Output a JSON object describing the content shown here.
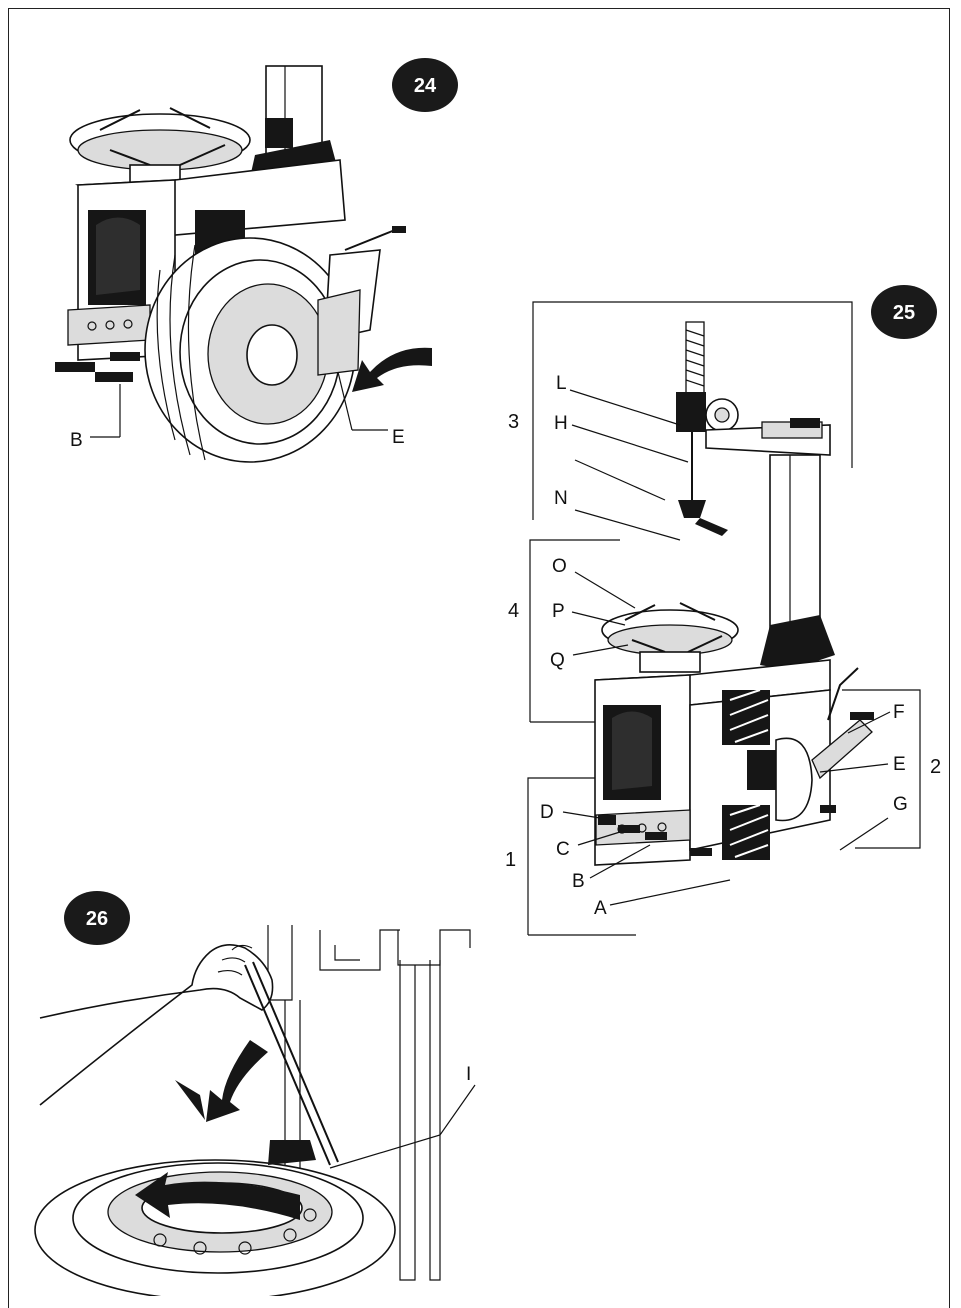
{
  "figures": [
    {
      "number": "24",
      "callouts": {
        "b": "B",
        "e": "E"
      }
    },
    {
      "number": "25",
      "groups": [
        "1",
        "2",
        "3",
        "4"
      ],
      "callouts": {
        "l": "L",
        "h": "H",
        "n": "N",
        "o": "O",
        "p": "P",
        "q": "Q",
        "f": "F",
        "e": "E",
        "g": "G",
        "d": "D",
        "c": "C",
        "b": "B",
        "a": "A"
      }
    },
    {
      "number": "26",
      "callouts": {
        "i": "I"
      }
    }
  ],
  "colors": {
    "badge": "#1a1a1a",
    "ink": "#111111",
    "paper": "#ffffff"
  }
}
